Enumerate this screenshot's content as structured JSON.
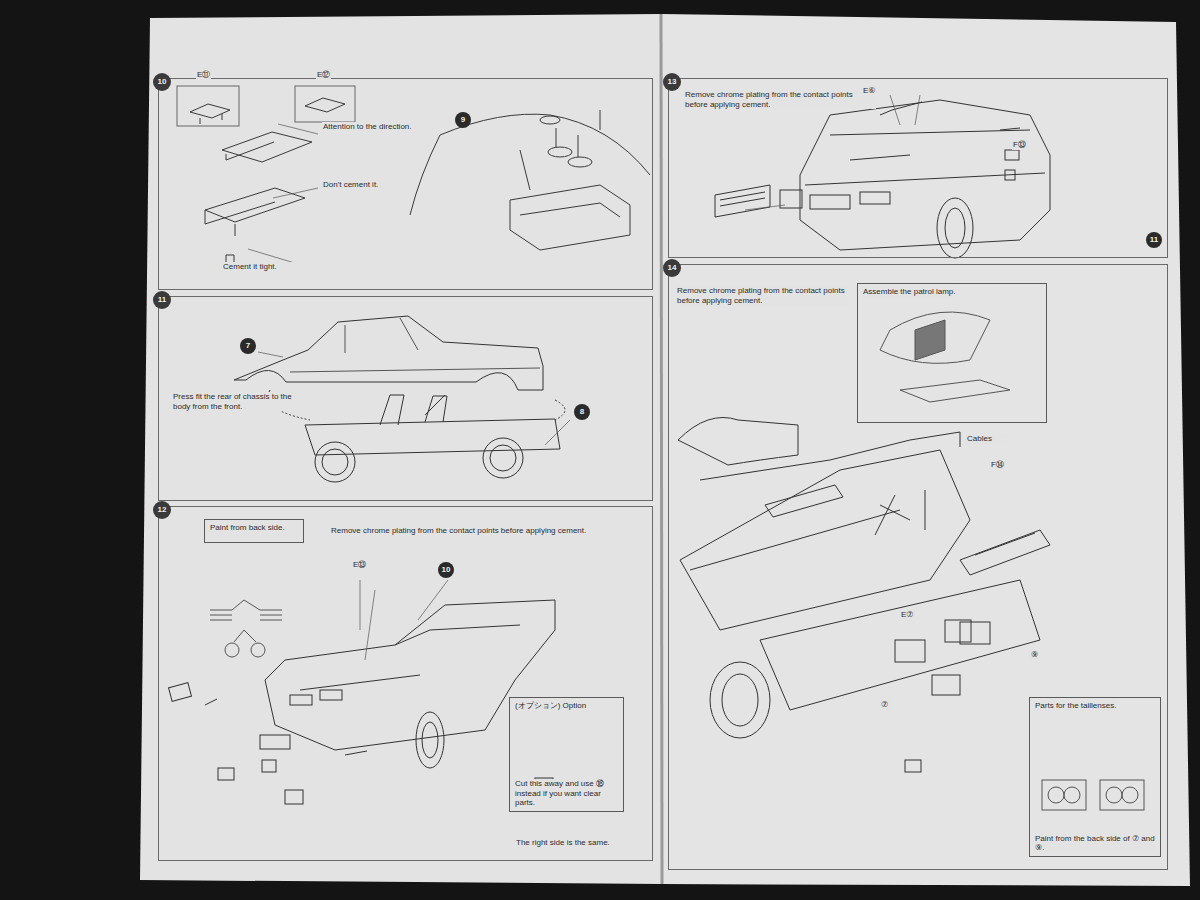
{
  "diagram": {
    "nodes": [
      {
        "text": [
          "10"
        ]
      },
      {
        "text": [
          "11"
        ]
      },
      {
        "text": [
          "12"
        ]
      },
      {
        "text": [
          "13"
        ]
      },
      {
        "text": [
          "14"
        ]
      },
      {
        "text": [
          "Paint from back side."
        ],
        "in": 2
      },
      {
        "text": [
          "(オプション) Option",
          "Cut this away and use ⑱ instead if you want clear parts."
        ],
        "in": 2
      },
      {
        "text": [
          "Assemble the patrol lamp."
        ],
        "in": 4
      },
      {
        "text": [
          "Parts for the taillenses.",
          "Paint from the back side of ⑦ and ⑨."
        ],
        "in": 4
      }
    ],
    "labels": [
      "Attention to the direction.",
      "Don't cement it.",
      "Cement it tight.",
      "Press fit the rear of chassis to the body from the front.",
      "Remove chrome plating from the contact points before applying cement.",
      "The right side is the same.",
      "Remove chrome plating from the contact points before applying cement.",
      "Remove chrome plating from the contact points before applying cement.",
      "Cables",
      "9",
      "8",
      "7",
      "10",
      "11",
      "E⑪",
      "E⑫",
      "E⑬",
      "F⑬",
      "F⑭",
      "E⑥",
      "E⑦",
      "⑦",
      "⑨"
    ]
  }
}
